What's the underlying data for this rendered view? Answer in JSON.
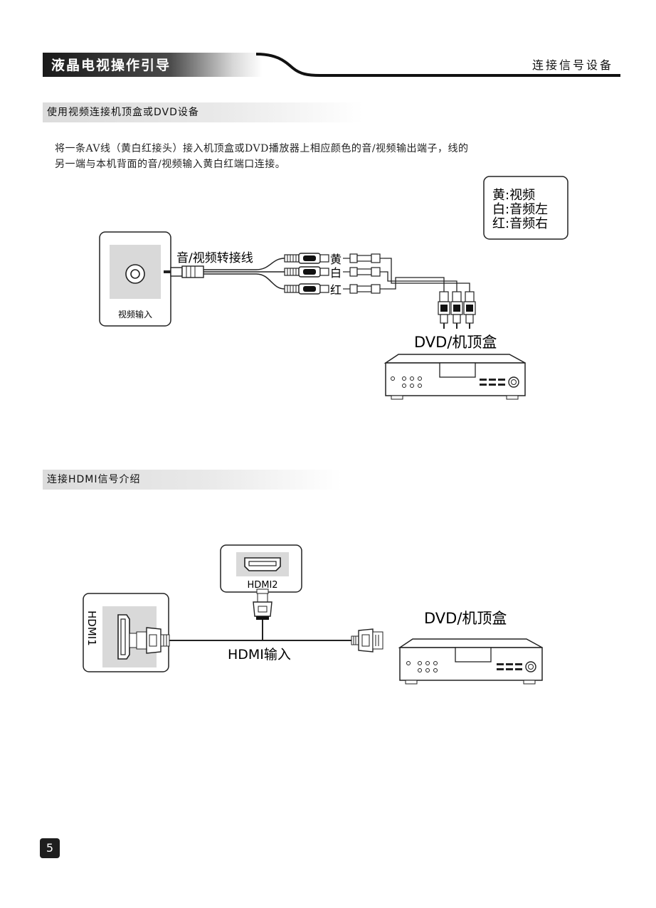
{
  "header": {
    "title": "液晶电视操作引导",
    "section": "连接信号设备"
  },
  "section1": {
    "title": "使用视频连接机顶盒或DVD设备",
    "paragraph_line1": "将一条AV线（黄白红接头）接入机顶盒或DVD播放器上相应颜色的音/视频输出端子，线的",
    "paragraph_line2": "另一端与本机背面的音/视频输入黄白红端口连接。",
    "legend": {
      "line1": "黄:视频",
      "line2": "白:音频左",
      "line3": "红:音频右"
    },
    "tv_port_label": "视频输入",
    "cable_label": "音/视频转接线",
    "plug_yellow": "黄",
    "plug_white": "白",
    "plug_red": "红",
    "device_label": "DVD/机顶盒"
  },
  "section2": {
    "title": "连接HDMI信号介绍",
    "hdmi1_label": "HDMI1",
    "hdmi2_label": "HDMI2",
    "cable_label": "HDMI输入",
    "device_label": "DVD/机顶盒"
  },
  "footer": {
    "page_number": "5"
  },
  "colors": {
    "header_bar": "#1e1e1e",
    "section_bar": "#dcdcdc",
    "watermark": "#d6ecf7"
  }
}
